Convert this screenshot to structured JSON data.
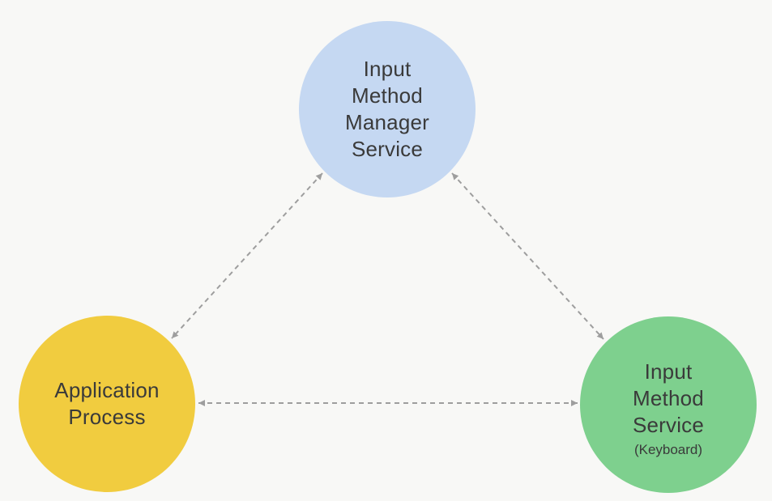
{
  "colors": {
    "background": "#f8f8f6",
    "imms_fill": "#c5d8f2",
    "app_fill": "#f1cc3f",
    "ims_fill": "#7ed08e",
    "connector": "#9e9e9e",
    "text": "#3a3a3a"
  },
  "nodes": {
    "imms": {
      "lines": [
        "Input",
        "Method",
        "Manager",
        "Service"
      ]
    },
    "app": {
      "lines": [
        "Application",
        "Process"
      ]
    },
    "ims": {
      "lines": [
        "Input",
        "Method",
        "Service"
      ],
      "sublabel": "(Keyboard)"
    }
  },
  "connections": [
    {
      "from": "imms",
      "to": "app",
      "style": "dashed",
      "arrows": "both"
    },
    {
      "from": "imms",
      "to": "ims",
      "style": "dashed",
      "arrows": "both"
    },
    {
      "from": "app",
      "to": "ims",
      "style": "dashed",
      "arrows": "both"
    }
  ]
}
